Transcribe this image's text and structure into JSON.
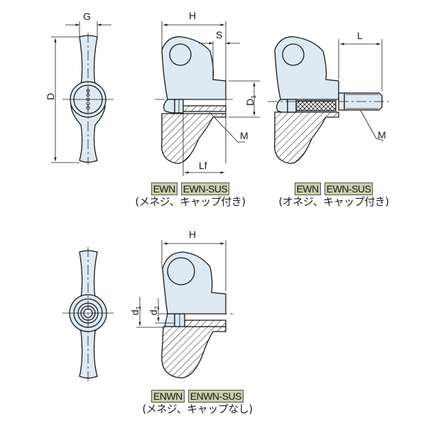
{
  "colors": {
    "part_fill": "#dde9f3",
    "outline": "#1a1a1a",
    "badge_bg": "#c8cfa8",
    "background": "#ffffff"
  },
  "views": {
    "front_top": {
      "dims": {
        "width": "G",
        "height": "D"
      }
    },
    "section_female_cap": {
      "dims": {
        "overall": "H",
        "step": "S",
        "boss_dia": "D1",
        "boss_dia_base": "D",
        "boss_dia_sub": "1",
        "thread": "M",
        "thread_len": "Lf"
      }
    },
    "section_male_cap": {
      "dims": {
        "stud_len": "L",
        "thread": "M"
      }
    },
    "front_bottom": {},
    "section_female_nocap": {
      "dims": {
        "overall": "H",
        "d1_base": "d",
        "d1_sub": "1",
        "d2_base": "d",
        "d2_sub": "2"
      }
    }
  },
  "captions": {
    "female_cap": {
      "badges": [
        "EWN",
        "EWN-SUS"
      ],
      "note": "(メネジ、キャップ付き)"
    },
    "male_cap": {
      "badges": [
        "EWN",
        "EWN-SUS"
      ],
      "note": "(オネジ、キャップ付き)"
    },
    "female_nocap": {
      "badges": [
        "ENWN",
        "ENWN-SUS"
      ],
      "note": "(メネジ、キャップなし)"
    }
  }
}
